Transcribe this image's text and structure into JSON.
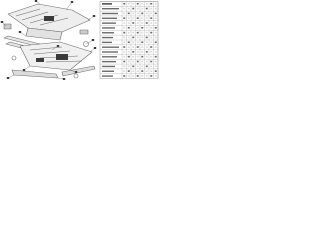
{
  "colors": {
    "line": "#6b6b6b",
    "dark": "#3a3a3a",
    "fill": "#d9d9d9",
    "paper": "#ffffff",
    "table_line": "#9a9a9a"
  },
  "diagram": {
    "type": "exploded parts diagram",
    "callout_count": 12
  },
  "parts_table": {
    "row_count": 16,
    "columns": 8
  }
}
